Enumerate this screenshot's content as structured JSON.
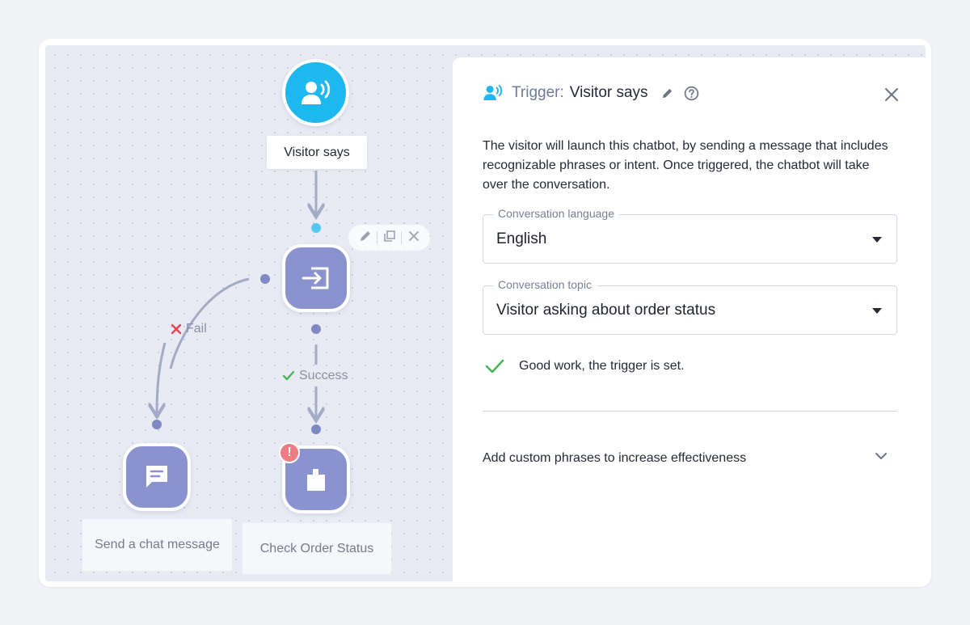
{
  "flow": {
    "start_node": {
      "label": "Visitor says",
      "icon": "visitor-speaking-icon",
      "color": "#1cb8ef"
    },
    "middle_node": {
      "icon": "enter-arrow-icon",
      "color": "#8a93cf",
      "toolbar": [
        "edit-pencil-icon",
        "duplicate-icon",
        "delete-x-icon"
      ]
    },
    "edges": {
      "fail_label": "Fail",
      "fail_icon": "cross-icon",
      "fail_color": "#e3434f",
      "success_label": "Success",
      "success_icon": "check-icon",
      "success_color": "#49b65a",
      "line_color": "#a3acc7",
      "port_color": "#7e88c4",
      "active_port_color": "#52c8f5"
    },
    "send_node": {
      "label": "Send a chat message",
      "icon": "chat-message-icon"
    },
    "check_node": {
      "label": "Check Order Status",
      "icon": "order-box-icon",
      "warning_badge": "!",
      "warning_color": "#ef7b83"
    }
  },
  "panel": {
    "header": {
      "key": "Trigger:",
      "value": "Visitor says",
      "icon": "visitor-speaking-icon",
      "accent": "#1cb8ef"
    },
    "description": "The visitor will launch this chatbot, by sending a message that includes recognizable phrases or intent. Once triggered, the chatbot will take over the conversation.",
    "fields": {
      "language": {
        "label": "Conversation language",
        "value": "English"
      },
      "topic": {
        "label": "Conversation topic",
        "value": "Visitor asking about order status"
      }
    },
    "status": {
      "text": "Good work, the trigger is set.",
      "icon": "check-icon",
      "color": "#49b65a"
    },
    "accordion": {
      "label": "Add custom phrases to increase effectiveness",
      "icon": "chevron-down-icon"
    }
  }
}
